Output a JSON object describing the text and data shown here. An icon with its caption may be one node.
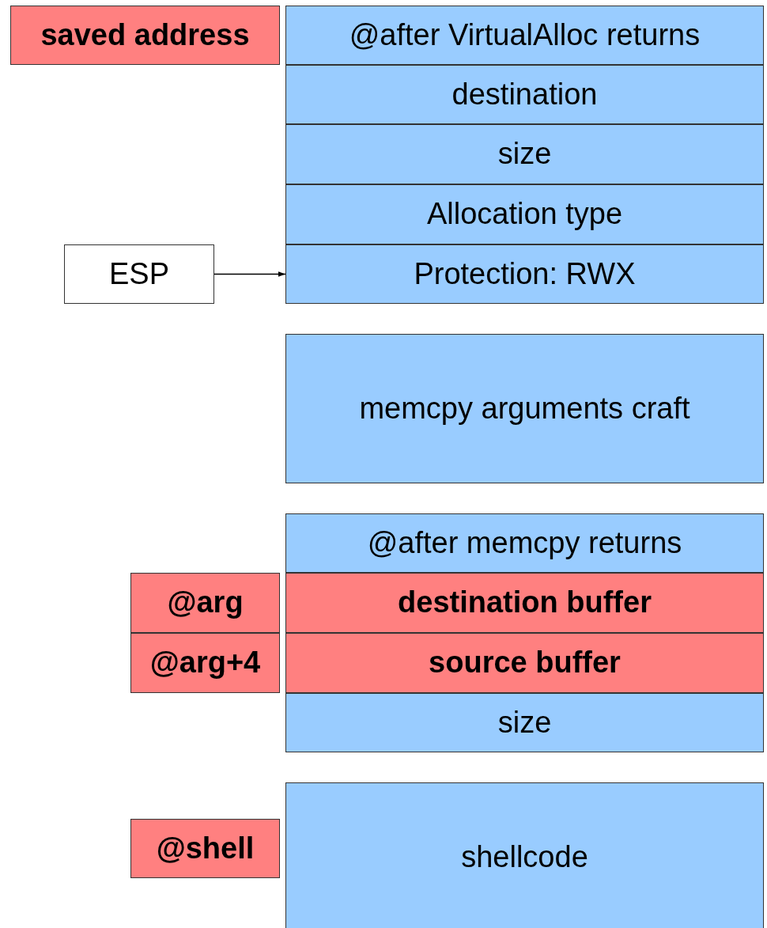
{
  "diagram": {
    "nodes": [
      {
        "text": [
          "saved address"
        ]
      },
      {
        "text": [
          "@after VirtualAlloc returns"
        ]
      },
      {
        "text": [
          "destination"
        ]
      },
      {
        "text": [
          "size"
        ]
      },
      {
        "text": [
          "Allocation type"
        ]
      },
      {
        "text": [
          "ESP"
        ]
      },
      {
        "text": [
          "Protection: RWX"
        ]
      },
      {
        "text": [
          "memcpy arguments craft"
        ]
      },
      {
        "text": [
          "@after memcpy returns"
        ]
      },
      {
        "text": [
          "@arg"
        ]
      },
      {
        "text": [
          "destination buffer"
        ]
      },
      {
        "text": [
          "@arg+4"
        ]
      },
      {
        "text": [
          "source buffer"
        ]
      },
      {
        "text": [
          "size"
        ]
      },
      {
        "text": [
          "@shell"
        ]
      },
      {
        "text": [
          "shellcode"
        ]
      }
    ],
    "edges": [
      {
        "from": 5,
        "to": 6,
        "arrow": "to"
      }
    ]
  }
}
